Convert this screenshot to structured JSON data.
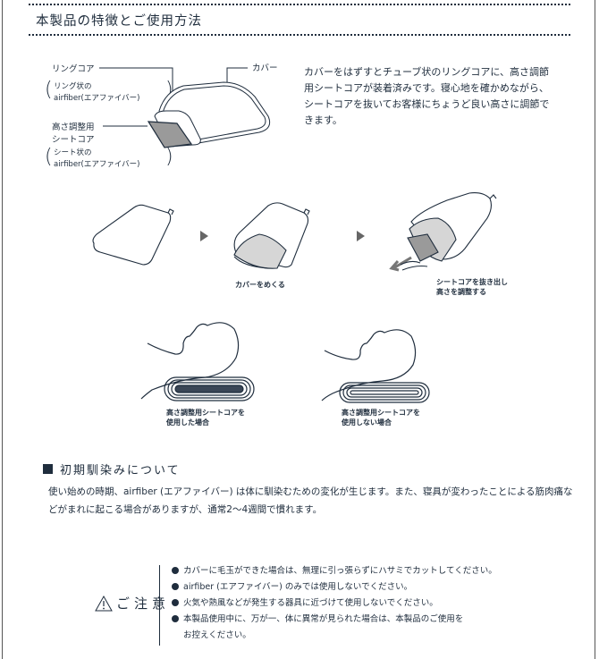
{
  "header": {
    "title": "本製品の特徴とご使用方法"
  },
  "diagram": {
    "ring_core": {
      "label": "リングコア",
      "sub_line1": "リング状の",
      "sub_line2": "airfiber(エアファイバー)"
    },
    "cover": {
      "label": "カバー"
    },
    "sheet_core": {
      "label_line1": "高さ調整用",
      "label_line2": "シートコア",
      "sub_line1": "シート状の",
      "sub_line2": "airfiber(エアファイバー)"
    },
    "description": "カバーをはずすとチューブ状のリングコアに、高さ調節用シートコアが装着済みです。寝心地を確かめながら、シートコアを抜いてお客様にちょうど良い高さに調節できます。"
  },
  "steps": [
    {
      "caption": ""
    },
    {
      "caption": "カバーをめくる"
    },
    {
      "caption_line1": "シートコアを抜き出し",
      "caption_line2": "高さを調整する"
    }
  ],
  "comparison": [
    {
      "caption_line1": "高さ調整用シートコアを",
      "caption_line2": "使用した場合"
    },
    {
      "caption_line1": "高さ調整用シートコアを",
      "caption_line2": "使用しない場合"
    }
  ],
  "break_in": {
    "heading": "初期馴染みについて",
    "body": "使い始めの時期、airfiber (エアファイバー) は体に馴染むための変化が生じます。また、寝具が変わったことによる筋肉痛などがまれに起こる場合がありますが、通常2〜4週間で慣れます。"
  },
  "caution": {
    "icon": "warning-triangle-icon",
    "label": "ご注意",
    "items": [
      {
        "text": "カバーに毛玉ができた場合は、無理に引っ張らずにハサミでカットしてください。"
      },
      {
        "text": "airfiber (エアファイバー) のみでは使用しないでください。"
      },
      {
        "text": "火気や熱風などが発生する器具に近づけて使用しないでください。"
      },
      {
        "text": "本製品使用中に、万が一、体に異常が見られた場合は、本製品のご使用を",
        "cont": "お控えください。"
      }
    ]
  },
  "colors": {
    "ink": "#1f2d3d",
    "sheet_fill": "#9a9a9a",
    "cover_fill": "#d6d6d6"
  }
}
